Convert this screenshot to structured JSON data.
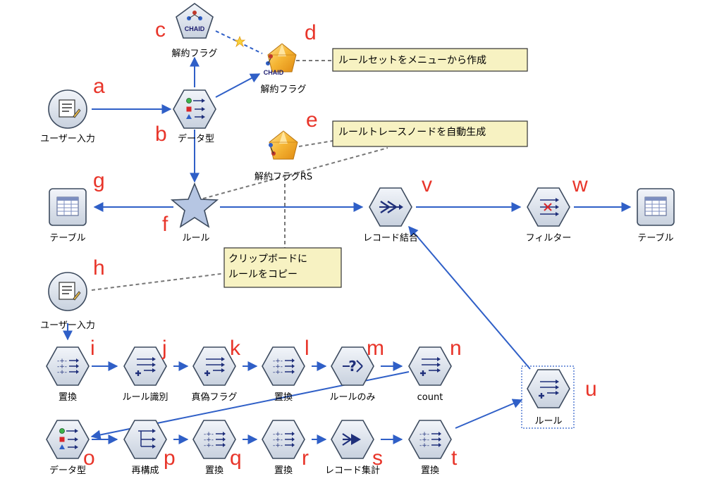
{
  "nodes": [
    {
      "id": "chaid_model",
      "label": "解約フラグ",
      "icon": "chaid-pentagon-icon",
      "letter": "c"
    },
    {
      "id": "chaid_nugget",
      "label": "解約フラグ",
      "icon": "chaid-gold-nugget-icon",
      "letter": "d",
      "icon_text": "CHAID"
    },
    {
      "id": "user_input_1",
      "label": "ユーザー入力",
      "icon": "user-input-icon",
      "letter": "a"
    },
    {
      "id": "type_1",
      "label": "データ型",
      "icon": "type-icon",
      "letter": "b"
    },
    {
      "id": "rs_nugget",
      "label": "解約フラグRS",
      "icon": "ruleset-nugget-icon",
      "letter": "e"
    },
    {
      "id": "table_1",
      "label": "テーブル",
      "icon": "table-icon",
      "letter": "g"
    },
    {
      "id": "rule_star",
      "label": "ルール",
      "icon": "star-icon",
      "letter": "f"
    },
    {
      "id": "merge",
      "label": "レコード結合",
      "icon": "merge-icon",
      "letter": "v"
    },
    {
      "id": "filter",
      "label": "フィルター",
      "icon": "filter-icon",
      "letter": "w"
    },
    {
      "id": "table_2",
      "label": "テーブル",
      "icon": "table-icon",
      "letter": ""
    },
    {
      "id": "user_input_2",
      "label": "ユーザー入力",
      "icon": "user-input-icon",
      "letter": "h"
    },
    {
      "id": "replace_i",
      "label": "置換",
      "icon": "replace-icon",
      "letter": "i"
    },
    {
      "id": "rule_id",
      "label": "ルール識別",
      "icon": "derive-icon",
      "letter": "j"
    },
    {
      "id": "true_flag",
      "label": "真偽フラグ",
      "icon": "derive-icon",
      "letter": "k"
    },
    {
      "id": "replace_l",
      "label": "置換",
      "icon": "replace-icon",
      "letter": "l"
    },
    {
      "id": "rule_only",
      "label": "ルールのみ",
      "icon": "select-icon",
      "letter": "m"
    },
    {
      "id": "count",
      "label": "count",
      "icon": "derive-icon",
      "letter": "n"
    },
    {
      "id": "type_2",
      "label": "データ型",
      "icon": "type-icon",
      "letter": "o"
    },
    {
      "id": "restructure",
      "label": "再構成",
      "icon": "restructure-icon",
      "letter": "p"
    },
    {
      "id": "replace_q",
      "label": "置換",
      "icon": "replace-icon",
      "letter": "q"
    },
    {
      "id": "replace_r",
      "label": "置換",
      "icon": "replace-icon",
      "letter": "r"
    },
    {
      "id": "aggregate",
      "label": "レコード集計",
      "icon": "aggregate-icon",
      "letter": "s"
    },
    {
      "id": "replace_t",
      "label": "置換",
      "icon": "replace-icon",
      "letter": "t"
    },
    {
      "id": "rule_u",
      "label": "ルール",
      "icon": "derive-icon",
      "letter": "u"
    }
  ],
  "notes": [
    {
      "id": "note_1",
      "lines": [
        "ルールセットをメニューから作成"
      ]
    },
    {
      "id": "note_2",
      "lines": [
        "ルールトレースノードを自動生成"
      ]
    },
    {
      "id": "note_3",
      "lines": [
        "クリップボードに",
        "ルールをコピー"
      ]
    }
  ],
  "colors": {
    "arrow": "#2f5fc7",
    "node_fill": "#dde4ee",
    "node_stroke": "#3c4a5e",
    "note_fill": "#f7f2c2",
    "letter": "#e8352a",
    "gold": "#f2b233"
  }
}
